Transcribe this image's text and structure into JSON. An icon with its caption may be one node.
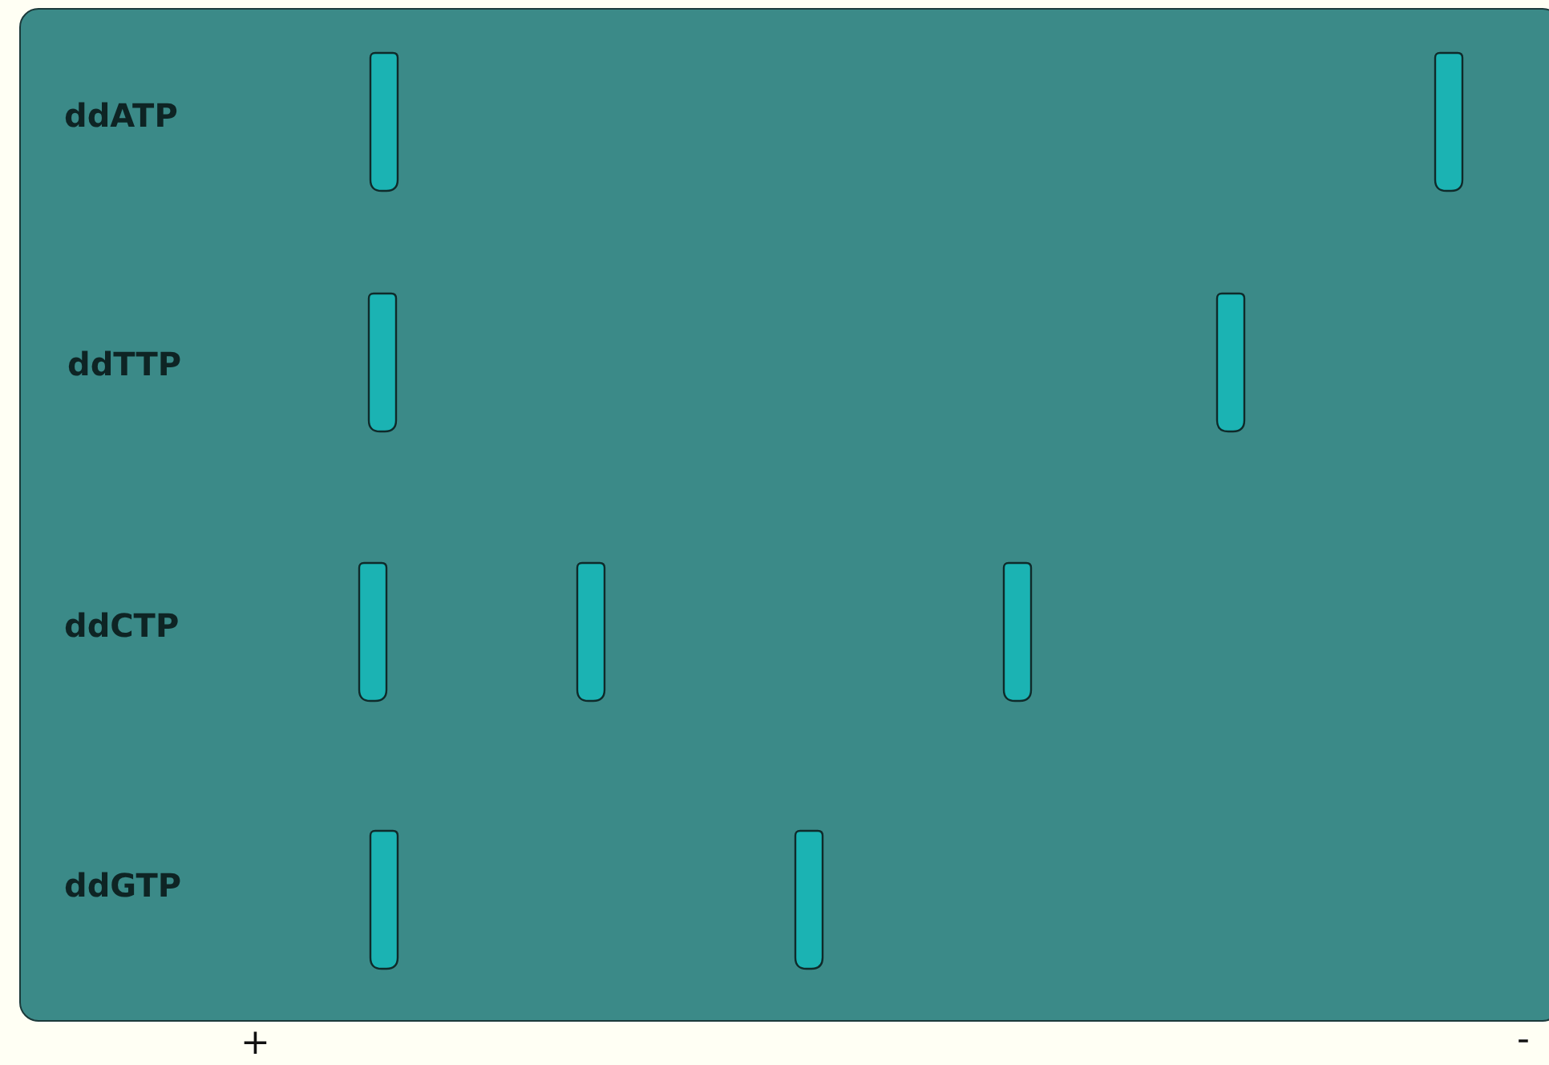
{
  "diagram": {
    "labels": [
      "ddATP",
      "ddTTP",
      "ddCTP",
      "ddGTP",
      "+",
      "-"
    ]
  }
}
